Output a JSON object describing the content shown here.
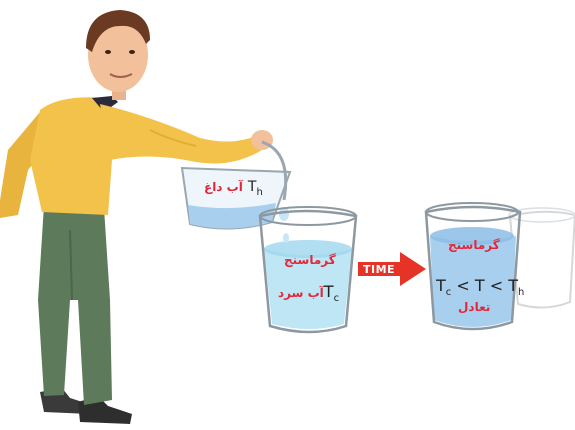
{
  "pitcher": {
    "label_fa": "آب داغ",
    "symbol": "T",
    "symbol_sub": "h"
  },
  "beaker_left": {
    "thermometer_label": "گرماسنج",
    "label_fa": "آب سرد",
    "symbol": "T",
    "symbol_sub": "c"
  },
  "arrow": {
    "label": "TIME",
    "color": "#e63328"
  },
  "beaker_right": {
    "thermometer_label": "گرماسنج",
    "relation": {
      "t1": "T",
      "t1_sub": "c",
      "op1": "<",
      "t2": "T",
      "op2": "<",
      "t3": "T",
      "t3_sub": "h"
    },
    "label_fa": "تعادل"
  },
  "colors": {
    "water": "#bfe6f5",
    "water_right": "#a9cfee",
    "shirt": "#f3c24a",
    "pants": "#5d7b5b",
    "skin": "#f2c09b",
    "hair": "#6b3a22",
    "text_red": "#e0283a"
  }
}
